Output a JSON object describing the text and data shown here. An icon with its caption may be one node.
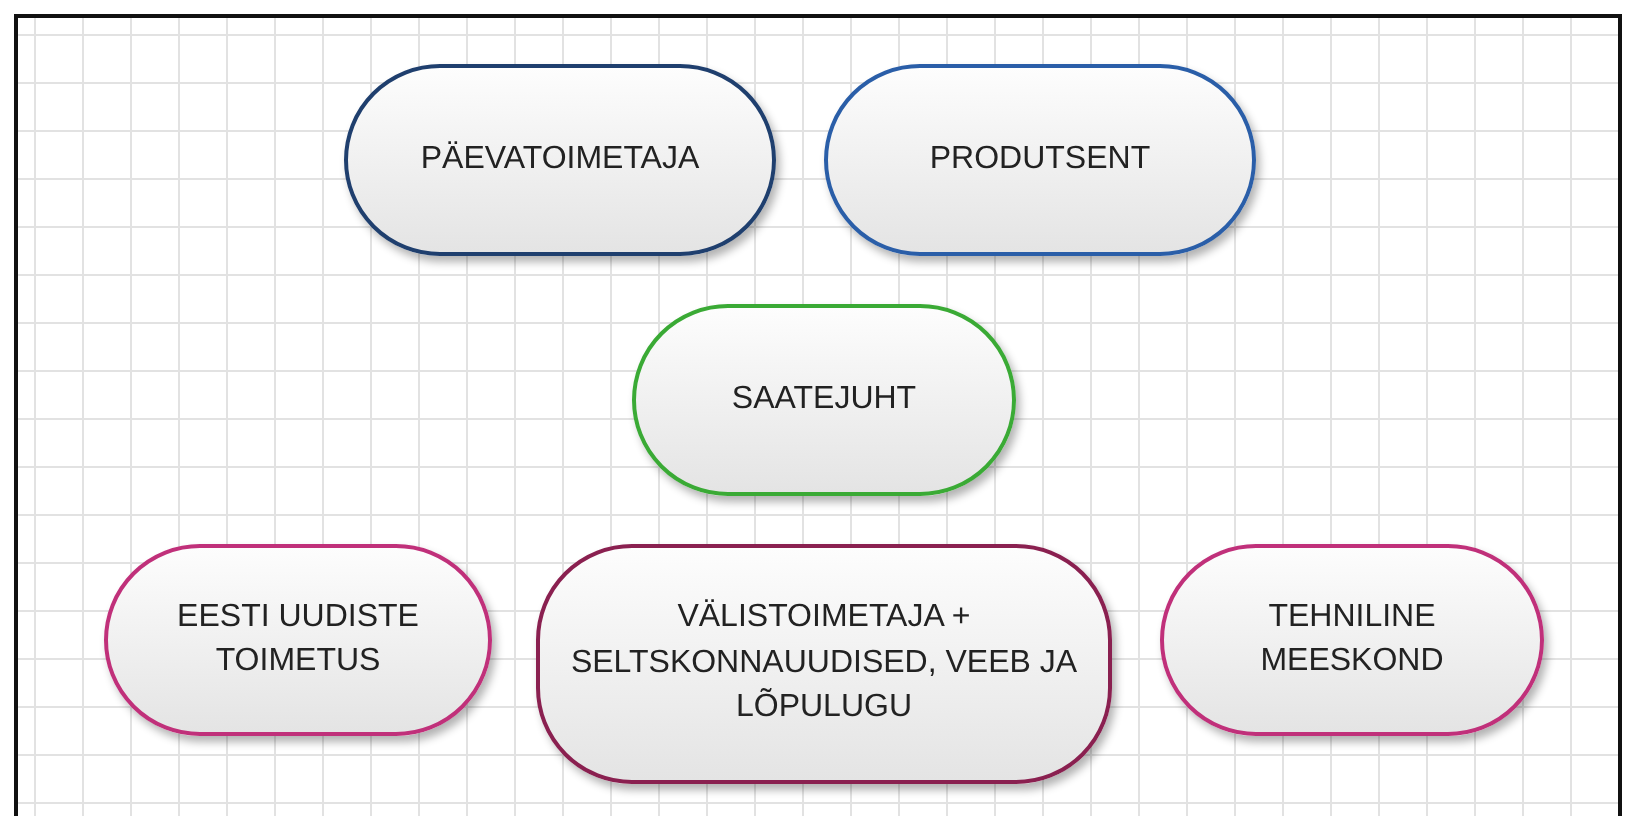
{
  "diagram": {
    "nodes": [
      {
        "text": [
          "PÄEVATOIMETAJA"
        ]
      },
      {
        "text": [
          "PRODUTSENT"
        ]
      },
      {
        "text": [
          "SAATEJUHT"
        ]
      },
      {
        "text": [
          "EESTI UUDISTE TOIMETUS"
        ]
      },
      {
        "text": [
          "VÄLISTOIMETAJA + SELTSKONNAUUDISED, VEEB JA LÕPULUGU"
        ]
      },
      {
        "text": [
          "TEHNILINE MEESKOND"
        ]
      }
    ]
  }
}
